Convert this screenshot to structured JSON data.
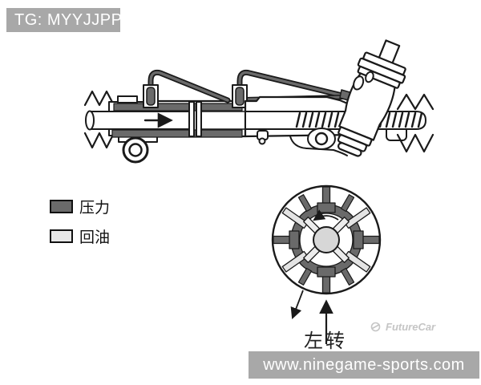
{
  "top_banner": {
    "text": "TG: MYYJJPP",
    "bg_color": "#a8a8a8",
    "text_color": "#ffffff"
  },
  "bottom_banner": {
    "text": "www.ninegame-sports.com",
    "bg_color": "#a8a8a8",
    "text_color": "#ffffff"
  },
  "legend": {
    "pressure": {
      "label": "压力",
      "swatch_color": "#6a6a6a"
    },
    "return": {
      "label": "回油",
      "swatch_color": "#e7e7e7"
    }
  },
  "diagram": {
    "subject": "hydraulic power steering rack with rotary control valve cross-section",
    "rack_flow_arrow_direction": "right",
    "valve_rotation_arrow": "counterclockwise",
    "valve_direction_label": "左转",
    "colors": {
      "pressure_fill": "#6a6a6a",
      "return_fill": "#e4e4e4",
      "valve_center_fill": "#d7d7d7",
      "outline": "#1a1a1a"
    }
  },
  "watermark": {
    "brand": "FutureCar",
    "color": "#c5c5c5"
  }
}
